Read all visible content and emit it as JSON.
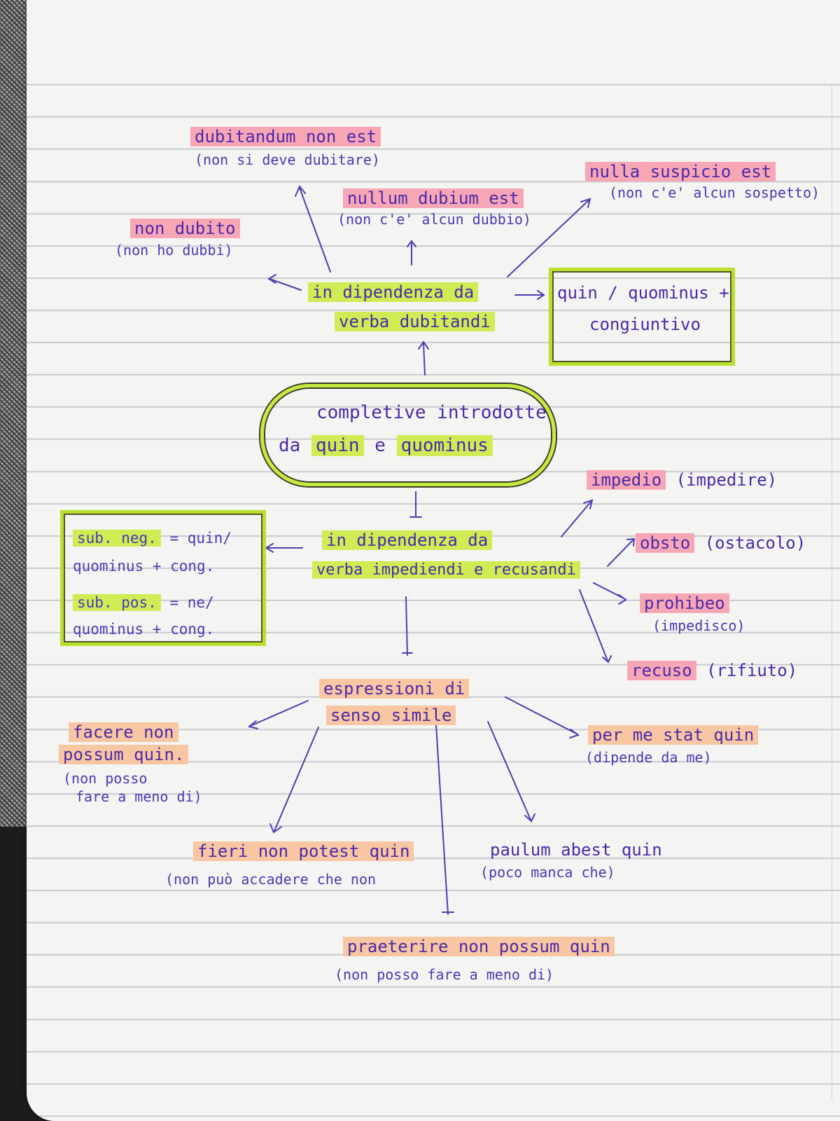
{
  "center": {
    "line1": "completive introdotte",
    "line2a": "da",
    "line2b": "quin",
    "line2c": "e",
    "line2d": "quominus"
  },
  "top": {
    "branch1": "in dipendenza da",
    "branch2": "verba dubitandi",
    "result_line1": "quin / quominus +",
    "result_line2": "congiuntivo",
    "items": [
      {
        "term": "dubitandum non est",
        "gloss": "(non si deve dubitare)"
      },
      {
        "term": "nullum dubium est",
        "gloss": "(non c'e' alcun dubbio)"
      },
      {
        "term": "nulla suspicio est",
        "gloss": "(non c'e' alcun sospetto)"
      },
      {
        "term": "non dubito",
        "gloss": "(non ho dubbi)"
      }
    ]
  },
  "middle": {
    "branch1": "in dipendenza da",
    "branch2": "verba impediendi e recusandi",
    "rule": {
      "a_label": "sub. neg.",
      "a_eq": "= quin/",
      "a_line2": "quominus + cong.",
      "b_label": "sub. pos.",
      "b_eq": "= ne/",
      "b_line2": "quominus + cong."
    },
    "items": [
      {
        "term": "impedio",
        "gloss": "(impedire)"
      },
      {
        "term": "obsto",
        "gloss": "(ostacolo)"
      },
      {
        "term": "prohibeo",
        "gloss": "(impedisco)"
      },
      {
        "term": "recuso",
        "gloss": "(rifiuto)"
      }
    ]
  },
  "bottom": {
    "branch1": "espressioni di",
    "branch2": "senso simile",
    "items": [
      {
        "term1": "facere non",
        "term2": "possum quin.",
        "gloss1": "(non posso",
        "gloss2": "fare a meno di)"
      },
      {
        "term": "per me stat quin",
        "gloss": "(dipende da me)"
      },
      {
        "term": "fieri non potest quin",
        "gloss": "(non può accadere che non"
      },
      {
        "term": "paulum abest quin",
        "gloss": "(poco manca che)"
      },
      {
        "term": "praeterire non possum quin",
        "gloss": "(non posso fare a meno di)"
      }
    ]
  },
  "colors": {
    "ink": "#3d2fa6",
    "pink": "#f7a6b6",
    "green": "#cfec55",
    "orange": "#f8c6a2",
    "paper": "#f4f4f2"
  }
}
